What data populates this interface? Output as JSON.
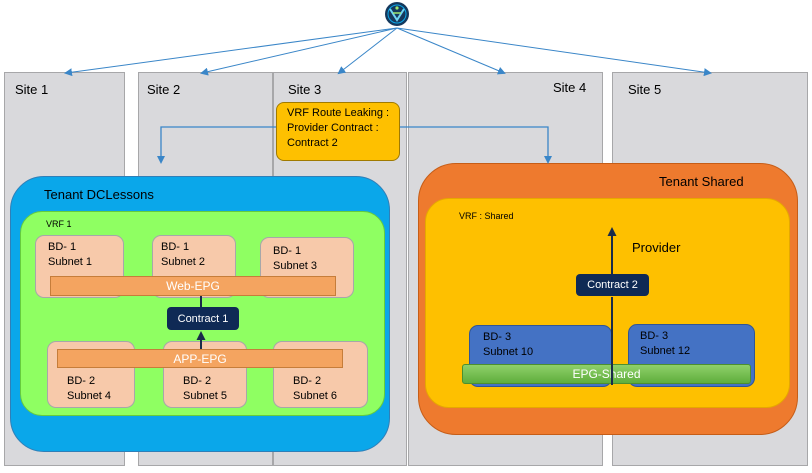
{
  "sites": [
    {
      "label": "Site 1"
    },
    {
      "label": "Site 2"
    },
    {
      "label": "Site 3"
    },
    {
      "label": "Site 4"
    },
    {
      "label": "Site 5"
    }
  ],
  "route_leak": {
    "line1": "VRF Route Leaking :",
    "line2": "Provider Contract :",
    "line3": "Contract 2"
  },
  "tenant_dc": {
    "label": "Tenant DCLessons",
    "vrf": "VRF 1",
    "bds_top": [
      {
        "name": "BD- 1",
        "subnet": "Subnet 1"
      },
      {
        "name": "BD- 1",
        "subnet": "Subnet 2"
      },
      {
        "name": "BD- 1",
        "subnet": "Subnet 3"
      }
    ],
    "bds_bottom": [
      {
        "name": "BD- 2",
        "subnet": "Subnet 4"
      },
      {
        "name": "BD- 2",
        "subnet": "Subnet 5"
      },
      {
        "name": "BD- 2",
        "subnet": "Subnet 6"
      }
    ],
    "web_epg": "Web-EPG",
    "app_epg": "APP-EPG",
    "contract": "Contract 1"
  },
  "tenant_shared": {
    "label": "Tenant Shared",
    "vrf": "VRF : Shared",
    "provider": "Provider",
    "contract": "Contract 2",
    "bds": [
      {
        "name": "BD- 3",
        "subnet": "Subnet 10"
      },
      {
        "name": "BD- 3",
        "subnet": "Subnet 12"
      }
    ],
    "epg": "EPG-Shared"
  },
  "colors": {
    "site_fill": "#d9d9dc",
    "tenant_dc": "#0aa7ea",
    "vrf_green": "#8fff62",
    "tenant_shared": "#ee7a2e",
    "vrf_yellow": "#fec000",
    "bd_peach": "#f7c9aa",
    "bd_blue": "#4472c4",
    "contract": "#0f2a55",
    "connector": "#3a86c8"
  },
  "icons": {
    "controller": "aci-controller-icon"
  }
}
